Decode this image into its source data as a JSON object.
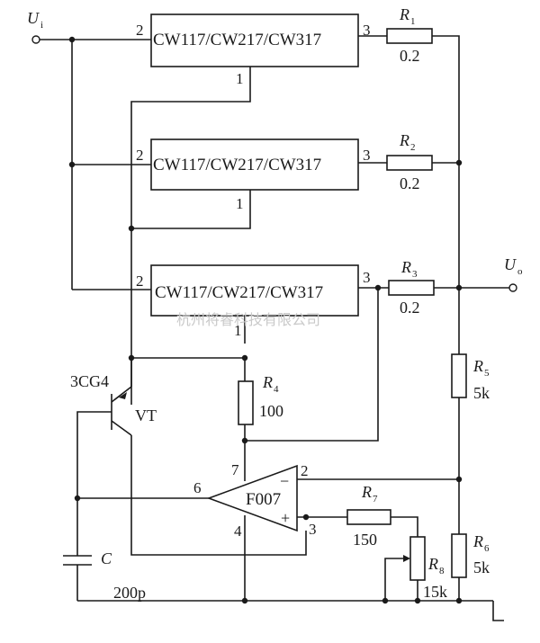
{
  "ui": {
    "input": "U",
    "input_sub": "i",
    "output": "U",
    "output_sub": "o"
  },
  "regulators": [
    {
      "name": "CW117/CW217/CW317",
      "pin_in": "2",
      "pin_out": "3",
      "pin_adj": "1"
    },
    {
      "name": "CW117/CW217/CW317",
      "pin_in": "2",
      "pin_out": "3",
      "pin_adj": "1"
    },
    {
      "name": "CW117/CW217/CW317",
      "pin_in": "2",
      "pin_out": "3",
      "pin_adj": "1"
    }
  ],
  "resistors": {
    "r1": {
      "label": "R",
      "sub": "1",
      "value": "0.2"
    },
    "r2": {
      "label": "R",
      "sub": "2",
      "value": "0.2"
    },
    "r3": {
      "label": "R",
      "sub": "3",
      "value": "0.2"
    },
    "r4": {
      "label": "R",
      "sub": "4",
      "value": "100"
    },
    "r5": {
      "label": "R",
      "sub": "5",
      "value": "5k"
    },
    "r6": {
      "label": "R",
      "sub": "6",
      "value": "5k"
    },
    "r7": {
      "label": "R",
      "sub": "7",
      "value": "150"
    },
    "r8": {
      "label": "R",
      "sub": "8",
      "value": "15k"
    }
  },
  "transistor": {
    "part": "3CG4",
    "label": "VT"
  },
  "opamp": {
    "name": "F007",
    "pin_out": "6",
    "pin_minus": "2",
    "pin_plus": "3",
    "pin_7": "7",
    "pin_4": "4",
    "minus_sign": "−",
    "plus_sign": "+"
  },
  "capacitor": {
    "label": "C",
    "value": "200p"
  },
  "watermarks": {
    "center": "杭州将睿科技有限公司"
  }
}
